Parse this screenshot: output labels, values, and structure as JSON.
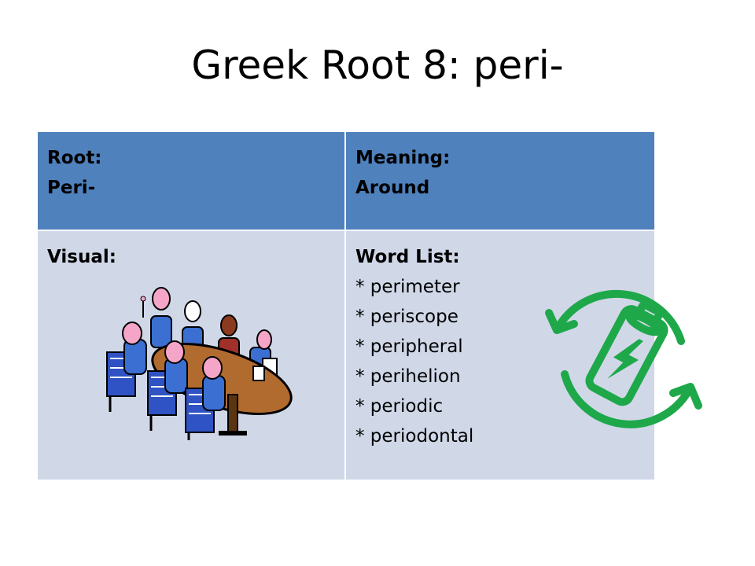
{
  "slide": {
    "title": "Greek Root 8: peri-"
  },
  "table": {
    "root_label": "Root:",
    "root_value": "Peri-",
    "meaning_label": "Meaning:",
    "meaning_value": "Around",
    "visual_label": "Visual:",
    "word_list_label": "Word List:",
    "words": [
      "* perimeter",
      "* periscope",
      "* peripheral",
      "* perihelion",
      "* periodic",
      "* periodontal"
    ]
  },
  "colors": {
    "header_fill": "#4f81bd",
    "body_fill": "#d0d8e8",
    "icon_green": "#1ea84a"
  },
  "icons": {
    "visual": "meeting-table-clipart",
    "overlay": "battery-recycle-icon"
  }
}
